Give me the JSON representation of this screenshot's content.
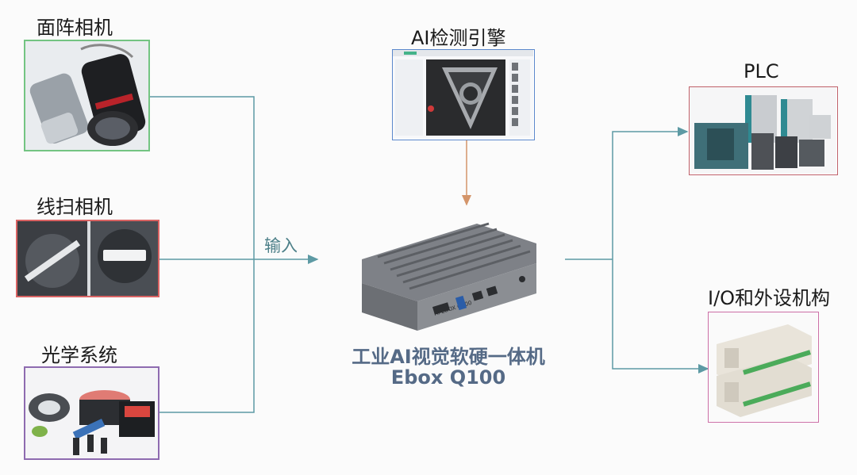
{
  "inputs": [
    {
      "label": "面阵相机",
      "frame_color": "#73c482"
    },
    {
      "label": "线扫相机",
      "frame_color": "#d96363"
    },
    {
      "label": "光学系统",
      "frame_color": "#8e6bb0"
    }
  ],
  "input_arrow_label": "输入",
  "engine": {
    "label": "AI检测引擎",
    "frame_color": "#5b88cc"
  },
  "device": {
    "title": "工业AI视觉软硬一体机",
    "model": "Ebox Q100",
    "panel_text": "AI EBOX Q100"
  },
  "outputs": [
    {
      "label": "PLC",
      "frame_color": "#c0616a"
    },
    {
      "label": "I/O和外设机构",
      "frame_color": "#cc6fa6"
    }
  ],
  "colors": {
    "line": "#5d9aa4",
    "engine_arrow": "#d4956a",
    "title_text": "#556a86"
  }
}
